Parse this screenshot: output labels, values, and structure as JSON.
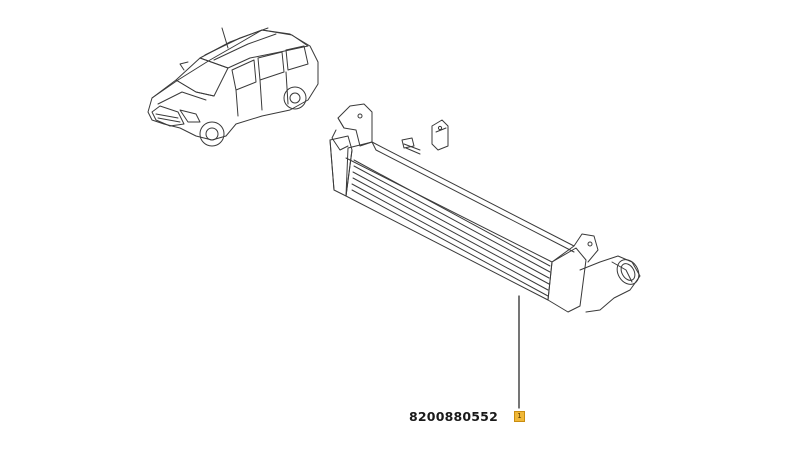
{
  "diagram": {
    "part_number": "8200880552",
    "reference_badge": "1",
    "colors": {
      "line": "#3a3a3a",
      "badge": "#f0b838",
      "background": "#ffffff"
    },
    "parts": [
      "vehicle-thumbnail",
      "intercooler",
      "mounting-bracket",
      "bolt",
      "leader-line"
    ]
  }
}
